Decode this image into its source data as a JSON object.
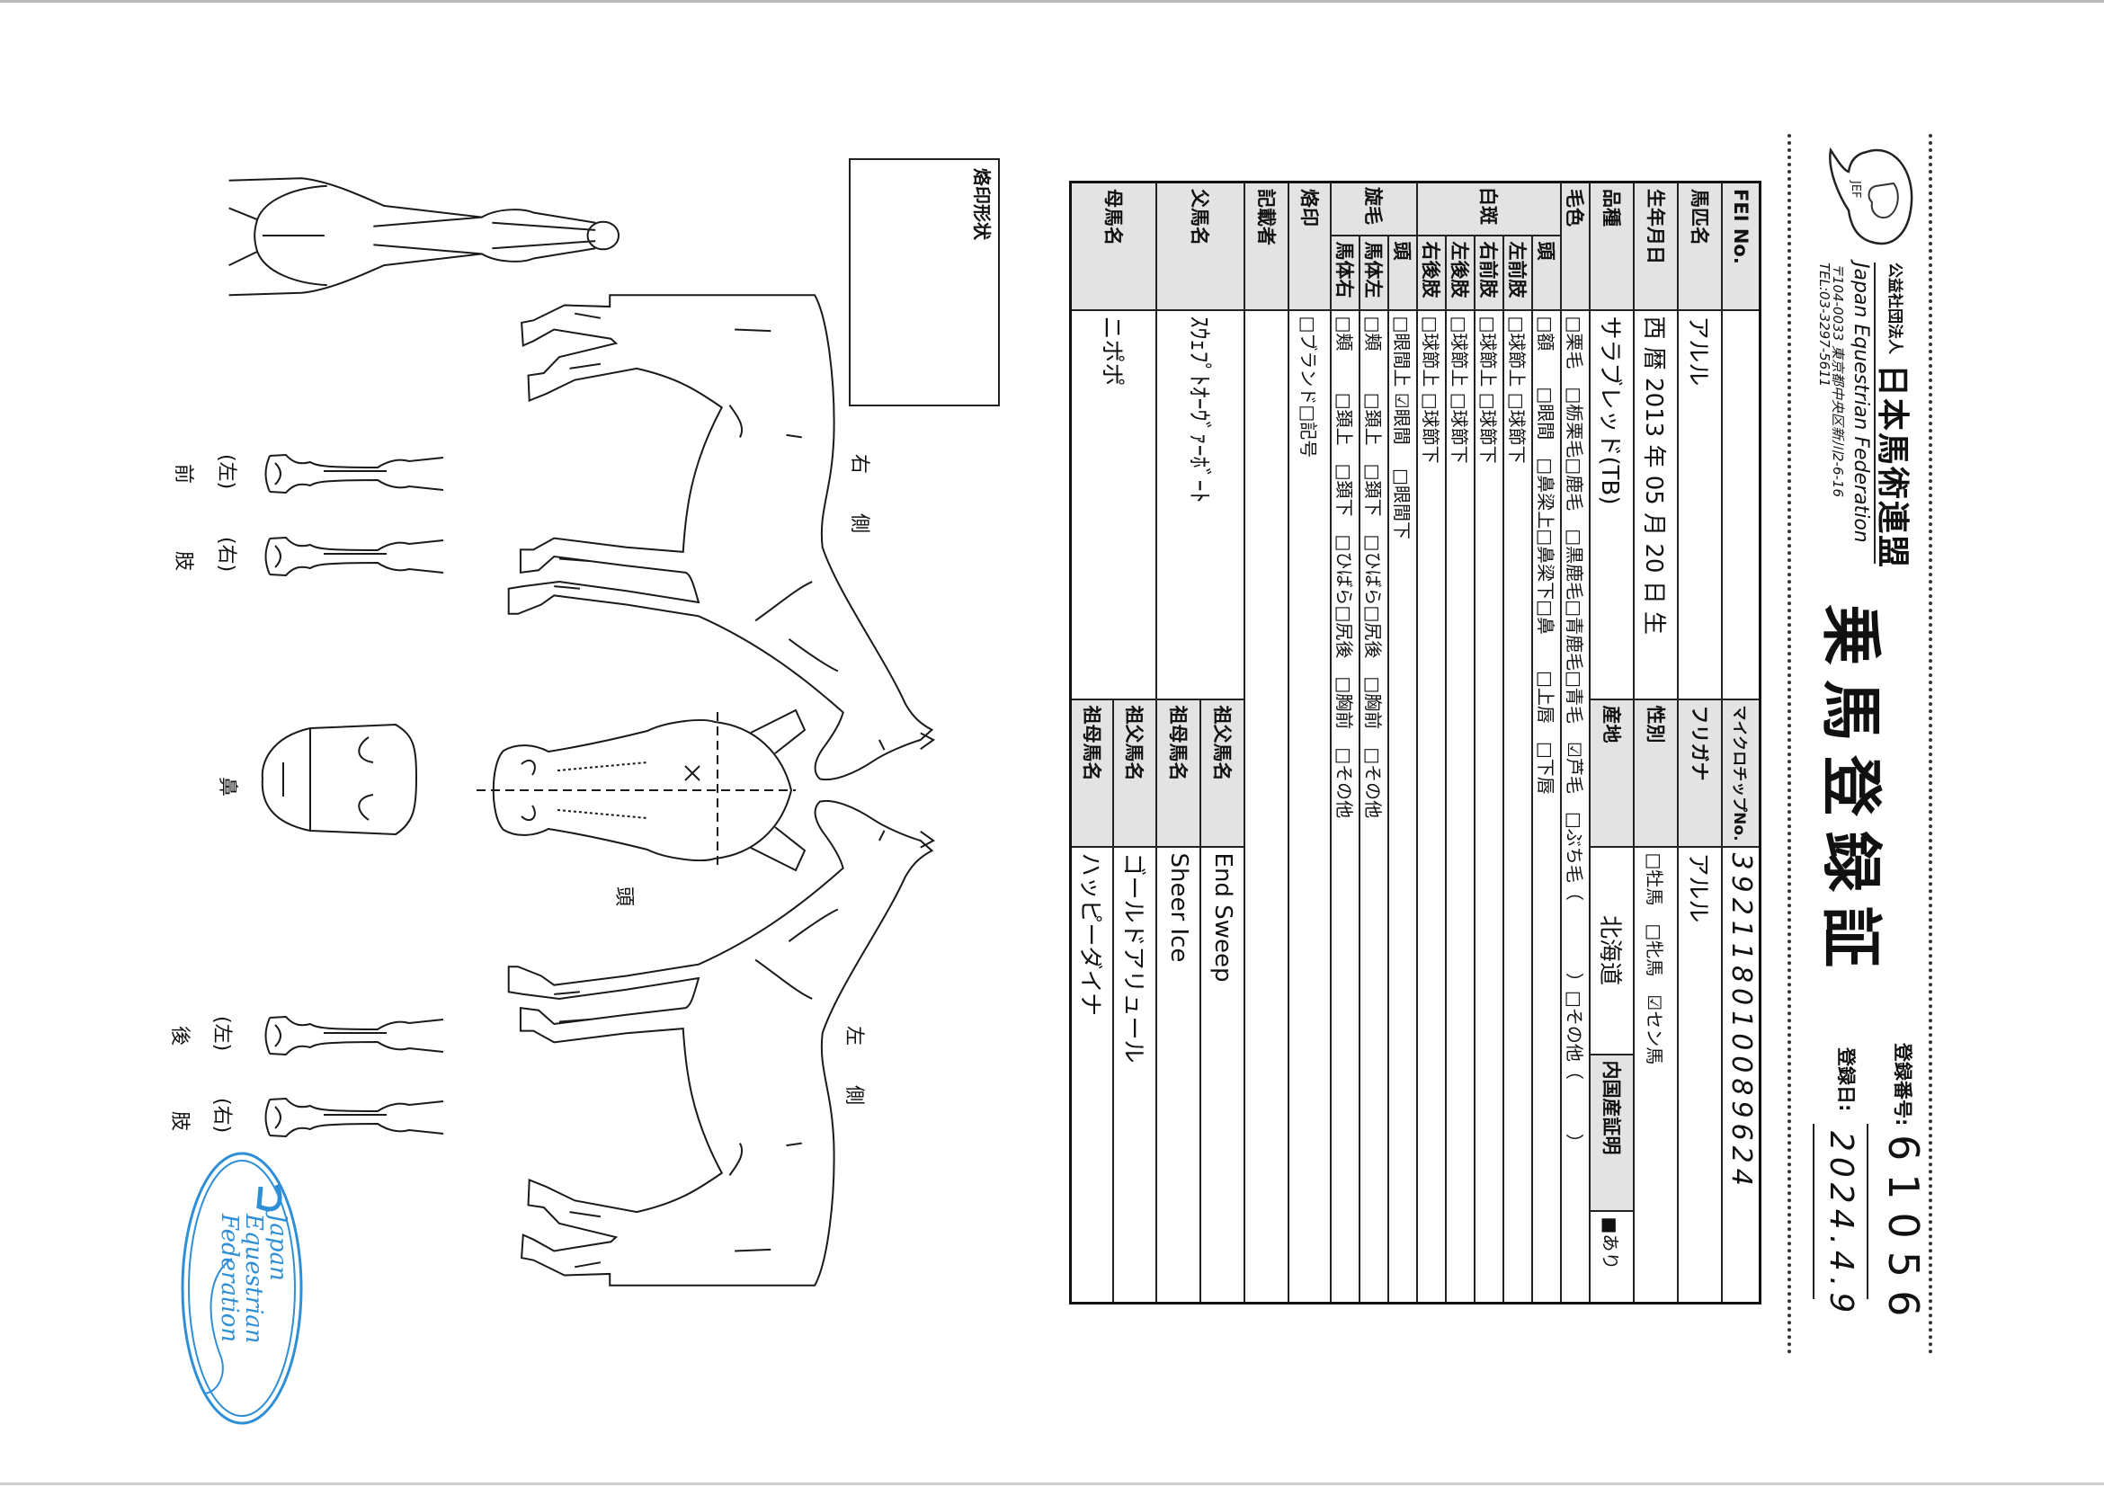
{
  "header": {
    "org_type": "公益社団法人",
    "org_name": "日本馬術連盟",
    "org_name_en": "Japan Equestrian Federation",
    "address": "〒104-0033 東京都中央区新川2-6-16",
    "tel": "TEL:03-3297-5611",
    "logo_text": "JEF",
    "title": "乗馬登録証",
    "reg_no_label": "登録番号:",
    "reg_no": "61056",
    "reg_date_label": "登録日:",
    "reg_date": "2024.4.9"
  },
  "table": {
    "fei_label": "FEI No.",
    "fei_value": "",
    "microchip_label": "マイクロチップNo.",
    "microchip_value": "392118010089624",
    "name_label": "馬匹名",
    "name_value": "アルル",
    "furigana_label": "フリガナ",
    "furigana_value": "アルル",
    "dob_label": "生年月日",
    "dob_value": "西 暦 2013 年 05 月 20 日 生",
    "sex_label": "性別",
    "sex_value": "□牡馬　□牝馬　☑セン馬",
    "breed_label": "品種",
    "breed_value": "サラブレッド(TB)",
    "origin_label": "産地",
    "origin_value": "北海道",
    "domestic_label": "内国産証明",
    "domestic_value": "■あり",
    "coat_label": "毛色",
    "coat_value": "□栗毛　□栃栗毛□鹿毛　□黒鹿毛□青鹿毛□青毛　☑芦毛　□ぶち毛（　　　　）□その他（　　　）",
    "white_label": "白斑",
    "white_rows": [
      {
        "label": "頭",
        "value": "□額　　□眼間　□鼻梁上□鼻梁下□鼻　　□上唇　□下唇"
      },
      {
        "label": "左前肢",
        "value": "□球節上 □球節下"
      },
      {
        "label": "右前肢",
        "value": "□球節上 □球節下"
      },
      {
        "label": "左後肢",
        "value": "□球節上 □球節下"
      },
      {
        "label": "右後肢",
        "value": "□球節上 □球節下"
      }
    ],
    "whorl_label": "旋毛",
    "whorl_rows": [
      {
        "label": "頭",
        "value": "□眼間上 ☑眼間　 □眼間下"
      },
      {
        "label": "馬体左",
        "value": "□頬　　 □頚上　□頚下　□ひばら□尻後　□胸前　□その他"
      },
      {
        "label": "馬体右",
        "value": "□頬　　 □頚上　□頚下　□ひばら□尻後　□胸前　□その他"
      }
    ],
    "brand_label": "烙印",
    "brand_value": "□ブランド□記号",
    "recorder_label": "記載者",
    "recorder_value": "",
    "sire_label": "父馬名",
    "sire_value": "ｽｳｪﾌﾟﾄｵｰｳﾞｧｰﾎﾞｰﾄ",
    "sire_sire_label": "祖父馬名",
    "sire_sire_value": "End Sweep",
    "sire_dam_label": "祖母馬名",
    "sire_dam_value": "Sheer Ice",
    "dam_label": "母馬名",
    "dam_value": "ニポポ",
    "dam_sire_label": "祖父馬名",
    "dam_sire_value": "ゴールドアリュール",
    "dam_dam_label": "祖母馬名",
    "dam_dam_value": "ハッピーダイナ"
  },
  "diagram": {
    "brand_shape_label": "烙印形状",
    "right_side_label": "右　　側",
    "left_side_label": "左　　側",
    "head_label": "頭",
    "nose_label": "鼻",
    "foreleg_chars": [
      "前",
      "肢"
    ],
    "hindleg_chars": [
      "後",
      "肢"
    ],
    "leg_left": "(左)",
    "leg_right": "(右)"
  },
  "stamp": {
    "lines": [
      "Japan",
      "Equestrian",
      "Federation"
    ],
    "color": "#2f8fd6"
  }
}
